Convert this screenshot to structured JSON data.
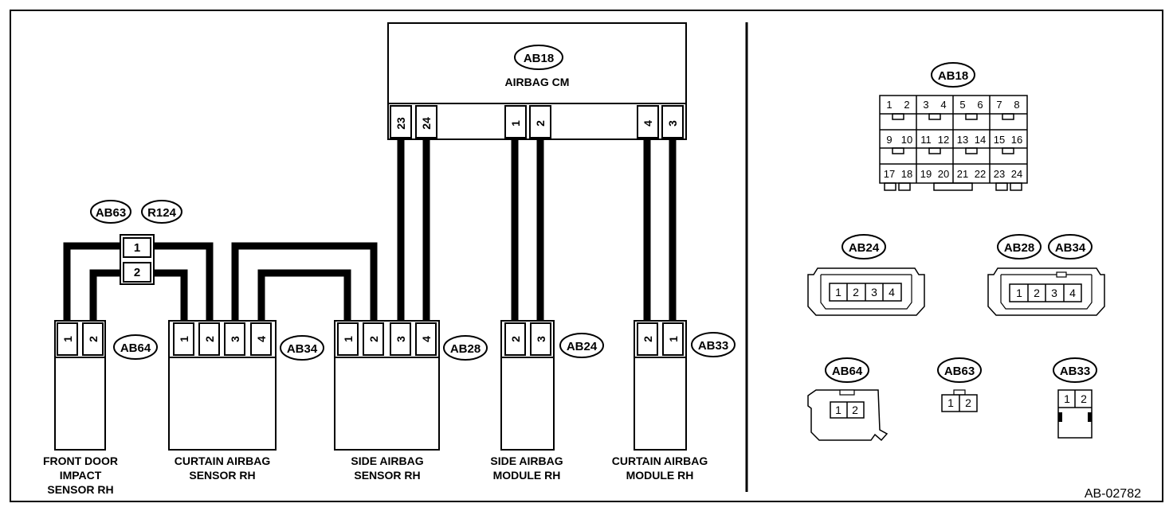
{
  "figure_id": "AB-02782",
  "control_module": {
    "connector": "AB18",
    "label": "AIRBAG CM",
    "pins": [
      "23",
      "24",
      "1",
      "2",
      "4",
      "3"
    ]
  },
  "joint_connector": {
    "connectors": [
      "AB63",
      "R124"
    ],
    "pins": [
      "1",
      "2"
    ]
  },
  "components": [
    {
      "id": "front-door-impact-sensor",
      "connector": "AB64",
      "pins": [
        "1",
        "2"
      ],
      "label_lines": [
        "FRONT DOOR",
        "IMPACT",
        "SENSOR RH"
      ]
    },
    {
      "id": "curtain-airbag-sensor",
      "connector": "AB34",
      "pins": [
        "1",
        "2",
        "3",
        "4"
      ],
      "label_lines": [
        "CURTAIN AIRBAG",
        "SENSOR RH"
      ]
    },
    {
      "id": "side-airbag-sensor",
      "connector": "AB28",
      "pins": [
        "1",
        "2",
        "3",
        "4"
      ],
      "label_lines": [
        "SIDE AIRBAG",
        "SENSOR RH"
      ]
    },
    {
      "id": "side-airbag-module",
      "connector": "AB24",
      "pins": [
        "2",
        "3"
      ],
      "label_lines": [
        "SIDE AIRBAG",
        "MODULE RH"
      ]
    },
    {
      "id": "curtain-airbag-module",
      "connector": "AB33",
      "pins": [
        "2",
        "1"
      ],
      "label_lines": [
        "CURTAIN AIRBAG",
        "MODULE RH"
      ]
    }
  ],
  "connector_views": {
    "ab18": {
      "tag": "AB18",
      "row1": [
        "1",
        "2",
        "3",
        "4",
        "5",
        "6",
        "7",
        "8"
      ],
      "row2": [
        "9",
        "10",
        "11",
        "12",
        "13",
        "14",
        "15",
        "16"
      ],
      "row3": [
        "17",
        "18",
        "19",
        "20",
        "21",
        "22",
        "23",
        "24"
      ]
    },
    "ab24": {
      "tag": "AB24",
      "pins": [
        "1",
        "2",
        "3",
        "4"
      ]
    },
    "ab28_34": {
      "tags": [
        "AB28",
        "AB34"
      ],
      "pins": [
        "1",
        "2",
        "3",
        "4"
      ]
    },
    "ab64": {
      "tag": "AB64",
      "pins": [
        "1",
        "2"
      ]
    },
    "ab63": {
      "tag": "AB63",
      "pins": [
        "1",
        "2"
      ]
    },
    "ab33": {
      "tag": "AB33",
      "pins": [
        "1",
        "2"
      ]
    }
  }
}
